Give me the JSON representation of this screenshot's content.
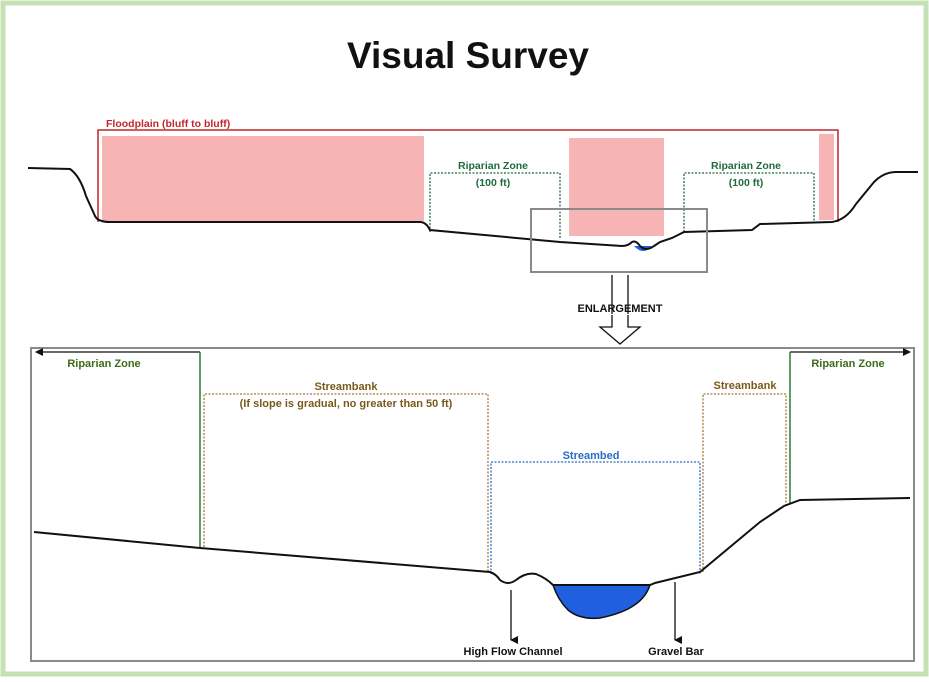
{
  "title": "Visual Survey",
  "colors": {
    "frame_green": "#c5e2b4",
    "floodplain_red": "#c0282d",
    "floodplain_fill": "#f7b4b4",
    "riparian_green": "#1f6b3e",
    "riparian_text": "#3d6b1a",
    "streambank_brown": "#a0783c",
    "streambank_text": "#7a5a1c",
    "streambed_blue": "#2b6cc4",
    "water_blue": "#1f5fe0",
    "ground": "#111111",
    "box_gray": "#8a8a8a"
  },
  "overview": {
    "floodplain_label": "Floodplain (bluff to bluff)",
    "riparian_left": {
      "line1": "Riparian Zone",
      "line2": "(100 ft)"
    },
    "riparian_right": {
      "line1": "Riparian Zone",
      "line2": "(100 ft)"
    }
  },
  "enlargement_label": "ENLARGEMENT",
  "detail": {
    "riparian_left": "Riparian Zone",
    "riparian_right": "Riparian Zone",
    "streambank_left": {
      "line1": "Streambank",
      "line2": "(If slope is gradual, no greater than 50 ft)"
    },
    "streambank_right": "Streambank",
    "streambed": "Streambed",
    "high_flow_channel": "High Flow Channel",
    "gravel_bar": "Gravel Bar"
  }
}
